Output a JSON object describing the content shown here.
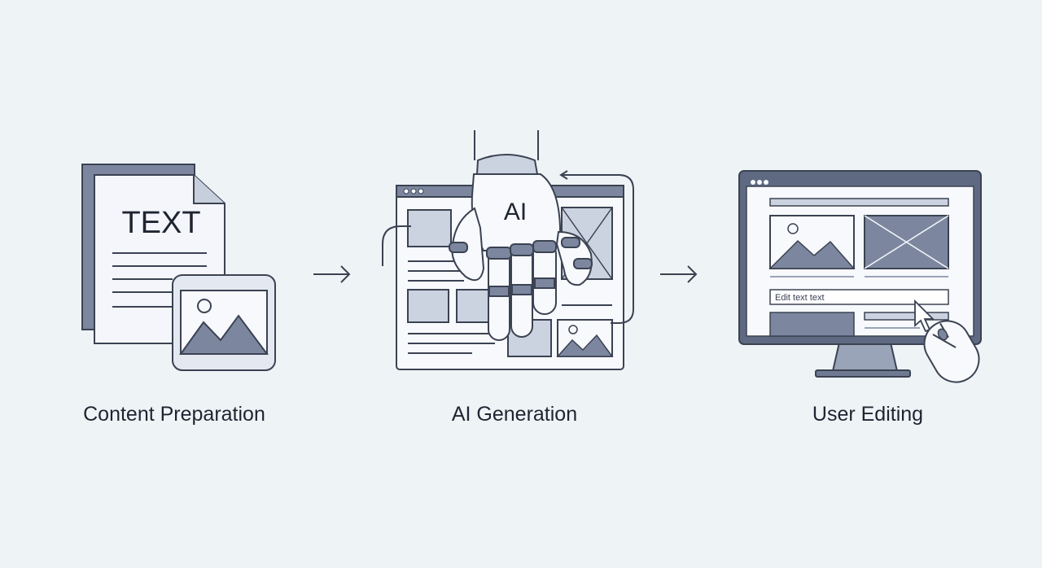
{
  "steps": [
    {
      "label": "Content Preparation",
      "icon": "document-with-image-icon",
      "doc_heading": "TEXT"
    },
    {
      "label": "AI Generation",
      "icon": "robot-hand-building-page-icon",
      "hand_badge": "AI"
    },
    {
      "label": "User Editing",
      "icon": "monitor-with-editor-icon",
      "edit_field_value": "Edit text text"
    }
  ],
  "connectors": [
    "right-arrow-icon",
    "right-arrow-icon"
  ],
  "colors": {
    "background": "#eef4f6",
    "stroke": "#3b4252",
    "fill_dark": "#7c879f",
    "fill_light": "#cbd3e0",
    "paper": "#f7f9fc"
  }
}
